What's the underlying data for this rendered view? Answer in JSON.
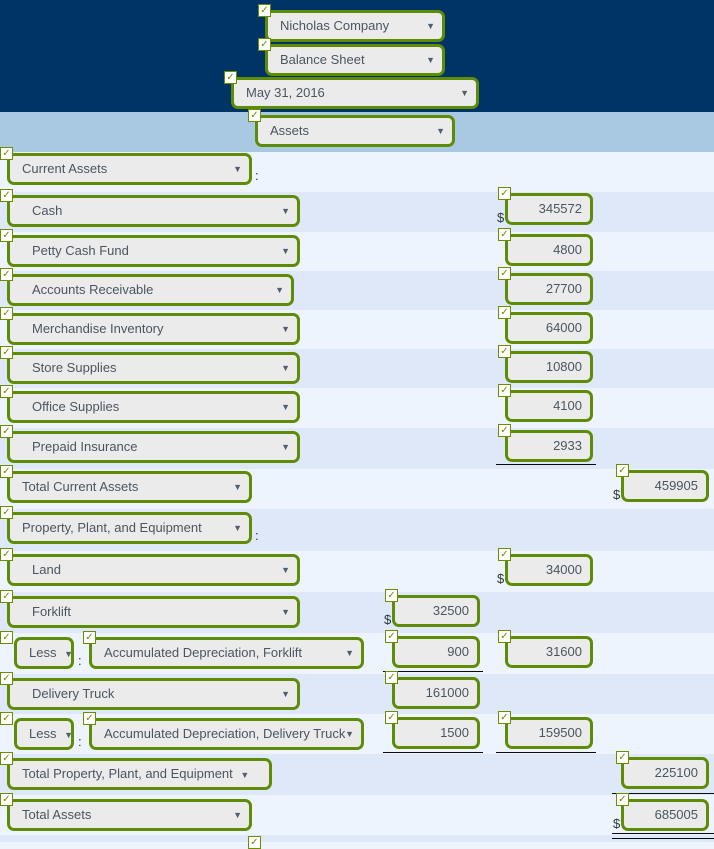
{
  "header": {
    "company": "Nicholas Company",
    "statement": "Balance Sheet",
    "date": "May 31, 2016",
    "section": "Assets",
    "navy_color": "#003366",
    "blue_color": "#a9c9e2"
  },
  "symbols": {
    "dollar": "$",
    "colon": ":",
    "caret": "▼",
    "check": "✓"
  },
  "colors": {
    "border_green": "#5f8c07",
    "field_fill": "#ebebeb",
    "stripe_a": "#dfe8f8",
    "stripe_b": "#eef4fd"
  },
  "rows": [
    {
      "label": "Current Assets",
      "colon": ":"
    },
    {
      "label": "Cash",
      "c2": "345572",
      "dollar2": "$"
    },
    {
      "label": "Petty Cash Fund",
      "c2": "4800"
    },
    {
      "label": "Accounts Receivable",
      "c2": "27700"
    },
    {
      "label": "Merchandise Inventory",
      "c2": "64000"
    },
    {
      "label": "Store Supplies",
      "c2": "10800"
    },
    {
      "label": "Office Supplies",
      "c2": "4100"
    },
    {
      "label": "Prepaid Insurance",
      "c2": "2933"
    },
    {
      "label": "Total Current Assets",
      "c3": "459905",
      "dollar3": "$"
    },
    {
      "label": "Property, Plant, and Equipment",
      "colon": ":"
    },
    {
      "label": "Land",
      "c2": "34000",
      "dollar2": "$"
    },
    {
      "label": "Forklift",
      "c1": "32500",
      "dollar1": "$"
    },
    {
      "prefix": "Less",
      "label": "Accumulated Depreciation, Forklift",
      "colon": ":",
      "c1": "900",
      "c2": "31600"
    },
    {
      "label": "Delivery Truck",
      "c1": "161000"
    },
    {
      "prefix": "Less",
      "label": "Accumulated Depreciation, Delivery Truck",
      "colon": ":",
      "c1": "1500",
      "c2": "159500"
    },
    {
      "label": "Total Property, Plant, and Equipment",
      "c3": "225100"
    },
    {
      "label": "Total Assets",
      "c3": "685005",
      "dollar3": "$"
    }
  ]
}
